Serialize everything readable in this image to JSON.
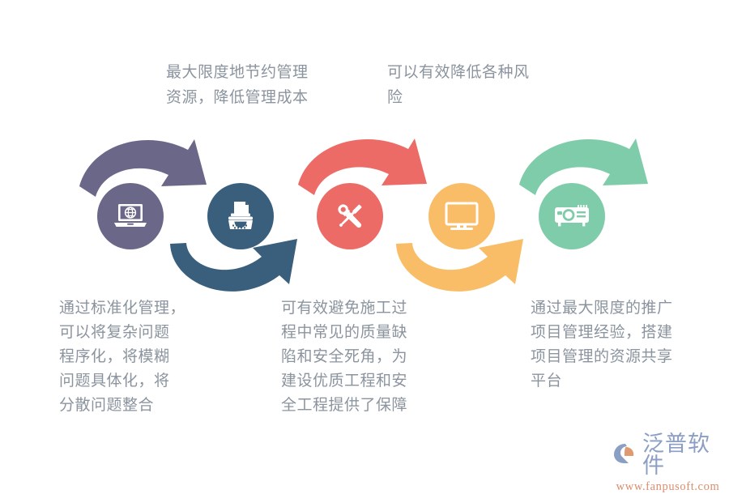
{
  "captions": {
    "top": [
      {
        "id": "caption-saving-management-resources",
        "text": "最大限度地节约管理\n资源，降低管理成本"
      },
      {
        "id": "caption-reduce-risks",
        "text": "可以有效降低各种风\n险"
      }
    ],
    "bottom": [
      {
        "id": "caption-standardized-management",
        "text": "通过标准化管理，\n可以将复杂问题\n程序化，将模糊\n问题具体化，将\n分散问题整合"
      },
      {
        "id": "caption-avoid-quality-defects",
        "text": "可有效避免施工过\n程中常见的质量缺\n陷和安全死角，为\n建设优质工程和安\n全工程提供了保障"
      },
      {
        "id": "caption-share-platform",
        "text": "通过最大限度的推广\n项目管理经验，搭建\n项目管理的资源共享\n平台"
      }
    ]
  },
  "nodes": [
    {
      "id": "node-laptop-globe",
      "icon": "laptop-globe-icon",
      "color": "#6B6789"
    },
    {
      "id": "node-typewriter",
      "icon": "typewriter-icon",
      "color": "#3A5F7D"
    },
    {
      "id": "node-tools",
      "icon": "wrench-screwdriver-icon",
      "color": "#EC6B66"
    },
    {
      "id": "node-monitor",
      "icon": "monitor-icon",
      "color": "#F8BD66"
    },
    {
      "id": "node-projector",
      "icon": "projector-icon",
      "color": "#7FCCAA"
    }
  ],
  "arrows": [
    {
      "id": "arrow-1",
      "color": "#6B6789",
      "direction": "over"
    },
    {
      "id": "arrow-2",
      "color": "#3A5F7D",
      "direction": "under"
    },
    {
      "id": "arrow-3",
      "color": "#EC6B66",
      "direction": "over"
    },
    {
      "id": "arrow-4",
      "color": "#F8BD66",
      "direction": "under"
    },
    {
      "id": "arrow-5",
      "color": "#7FCCAA",
      "direction": "over"
    }
  ],
  "logo": {
    "brand": "泛普软件",
    "url": "www.fanpusoft.com",
    "brand_color": "#8b9ec4",
    "url_color": "#d98f6d"
  },
  "colors": {
    "background": "#ffffff",
    "text": "#8b949e",
    "purple": "#6B6789",
    "blue": "#3A5F7D",
    "red": "#EC6B66",
    "orange": "#F8BD66",
    "green": "#7FCCAA"
  }
}
